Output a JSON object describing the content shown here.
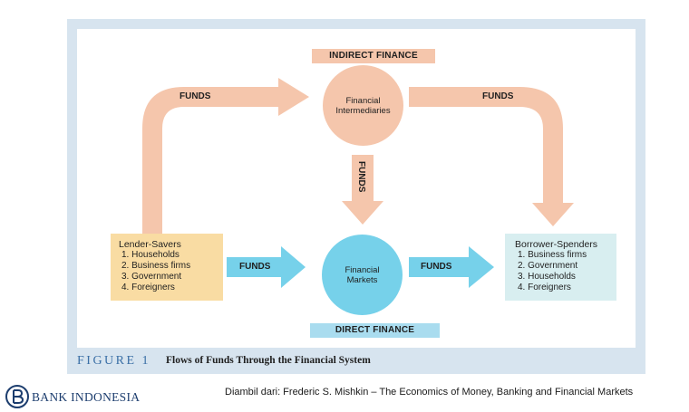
{
  "diagram": {
    "tags": {
      "indirect": "INDIRECT FINANCE",
      "direct": "DIRECT FINANCE"
    },
    "lender": {
      "title": "Lender-Savers",
      "items": [
        "1. Households",
        "2. Business firms",
        "3. Government",
        "4. Foreigners"
      ]
    },
    "borrower": {
      "title": "Borrower-Spenders",
      "items": [
        "1. Business firms",
        "2. Government",
        "3. Households",
        "4. Foreigners"
      ]
    },
    "nodes": {
      "intermediaries_line1": "Financial",
      "intermediaries_line2": "Intermediaries",
      "markets_line1": "Financial",
      "markets_line2": "Markets"
    },
    "flow_label": "FUNDS"
  },
  "figure": {
    "number": "FIGURE 1",
    "caption": "Flows of Funds Through the Financial System"
  },
  "footer": {
    "logo_text": "BANK INDONESIA",
    "source": "Diambil dari: Frederic S. Mishkin – The Economics of Money, Banking and Financial Markets"
  },
  "colors": {
    "frame": "#d7e4ef",
    "indirect_peach": "#f5c6ac",
    "direct_blue": "#76d1ea",
    "lender_box": "#f9dca3",
    "borrower_box": "#d8eef0",
    "figure_number": "#3a6fa6",
    "logo": "#1c3d6e"
  }
}
